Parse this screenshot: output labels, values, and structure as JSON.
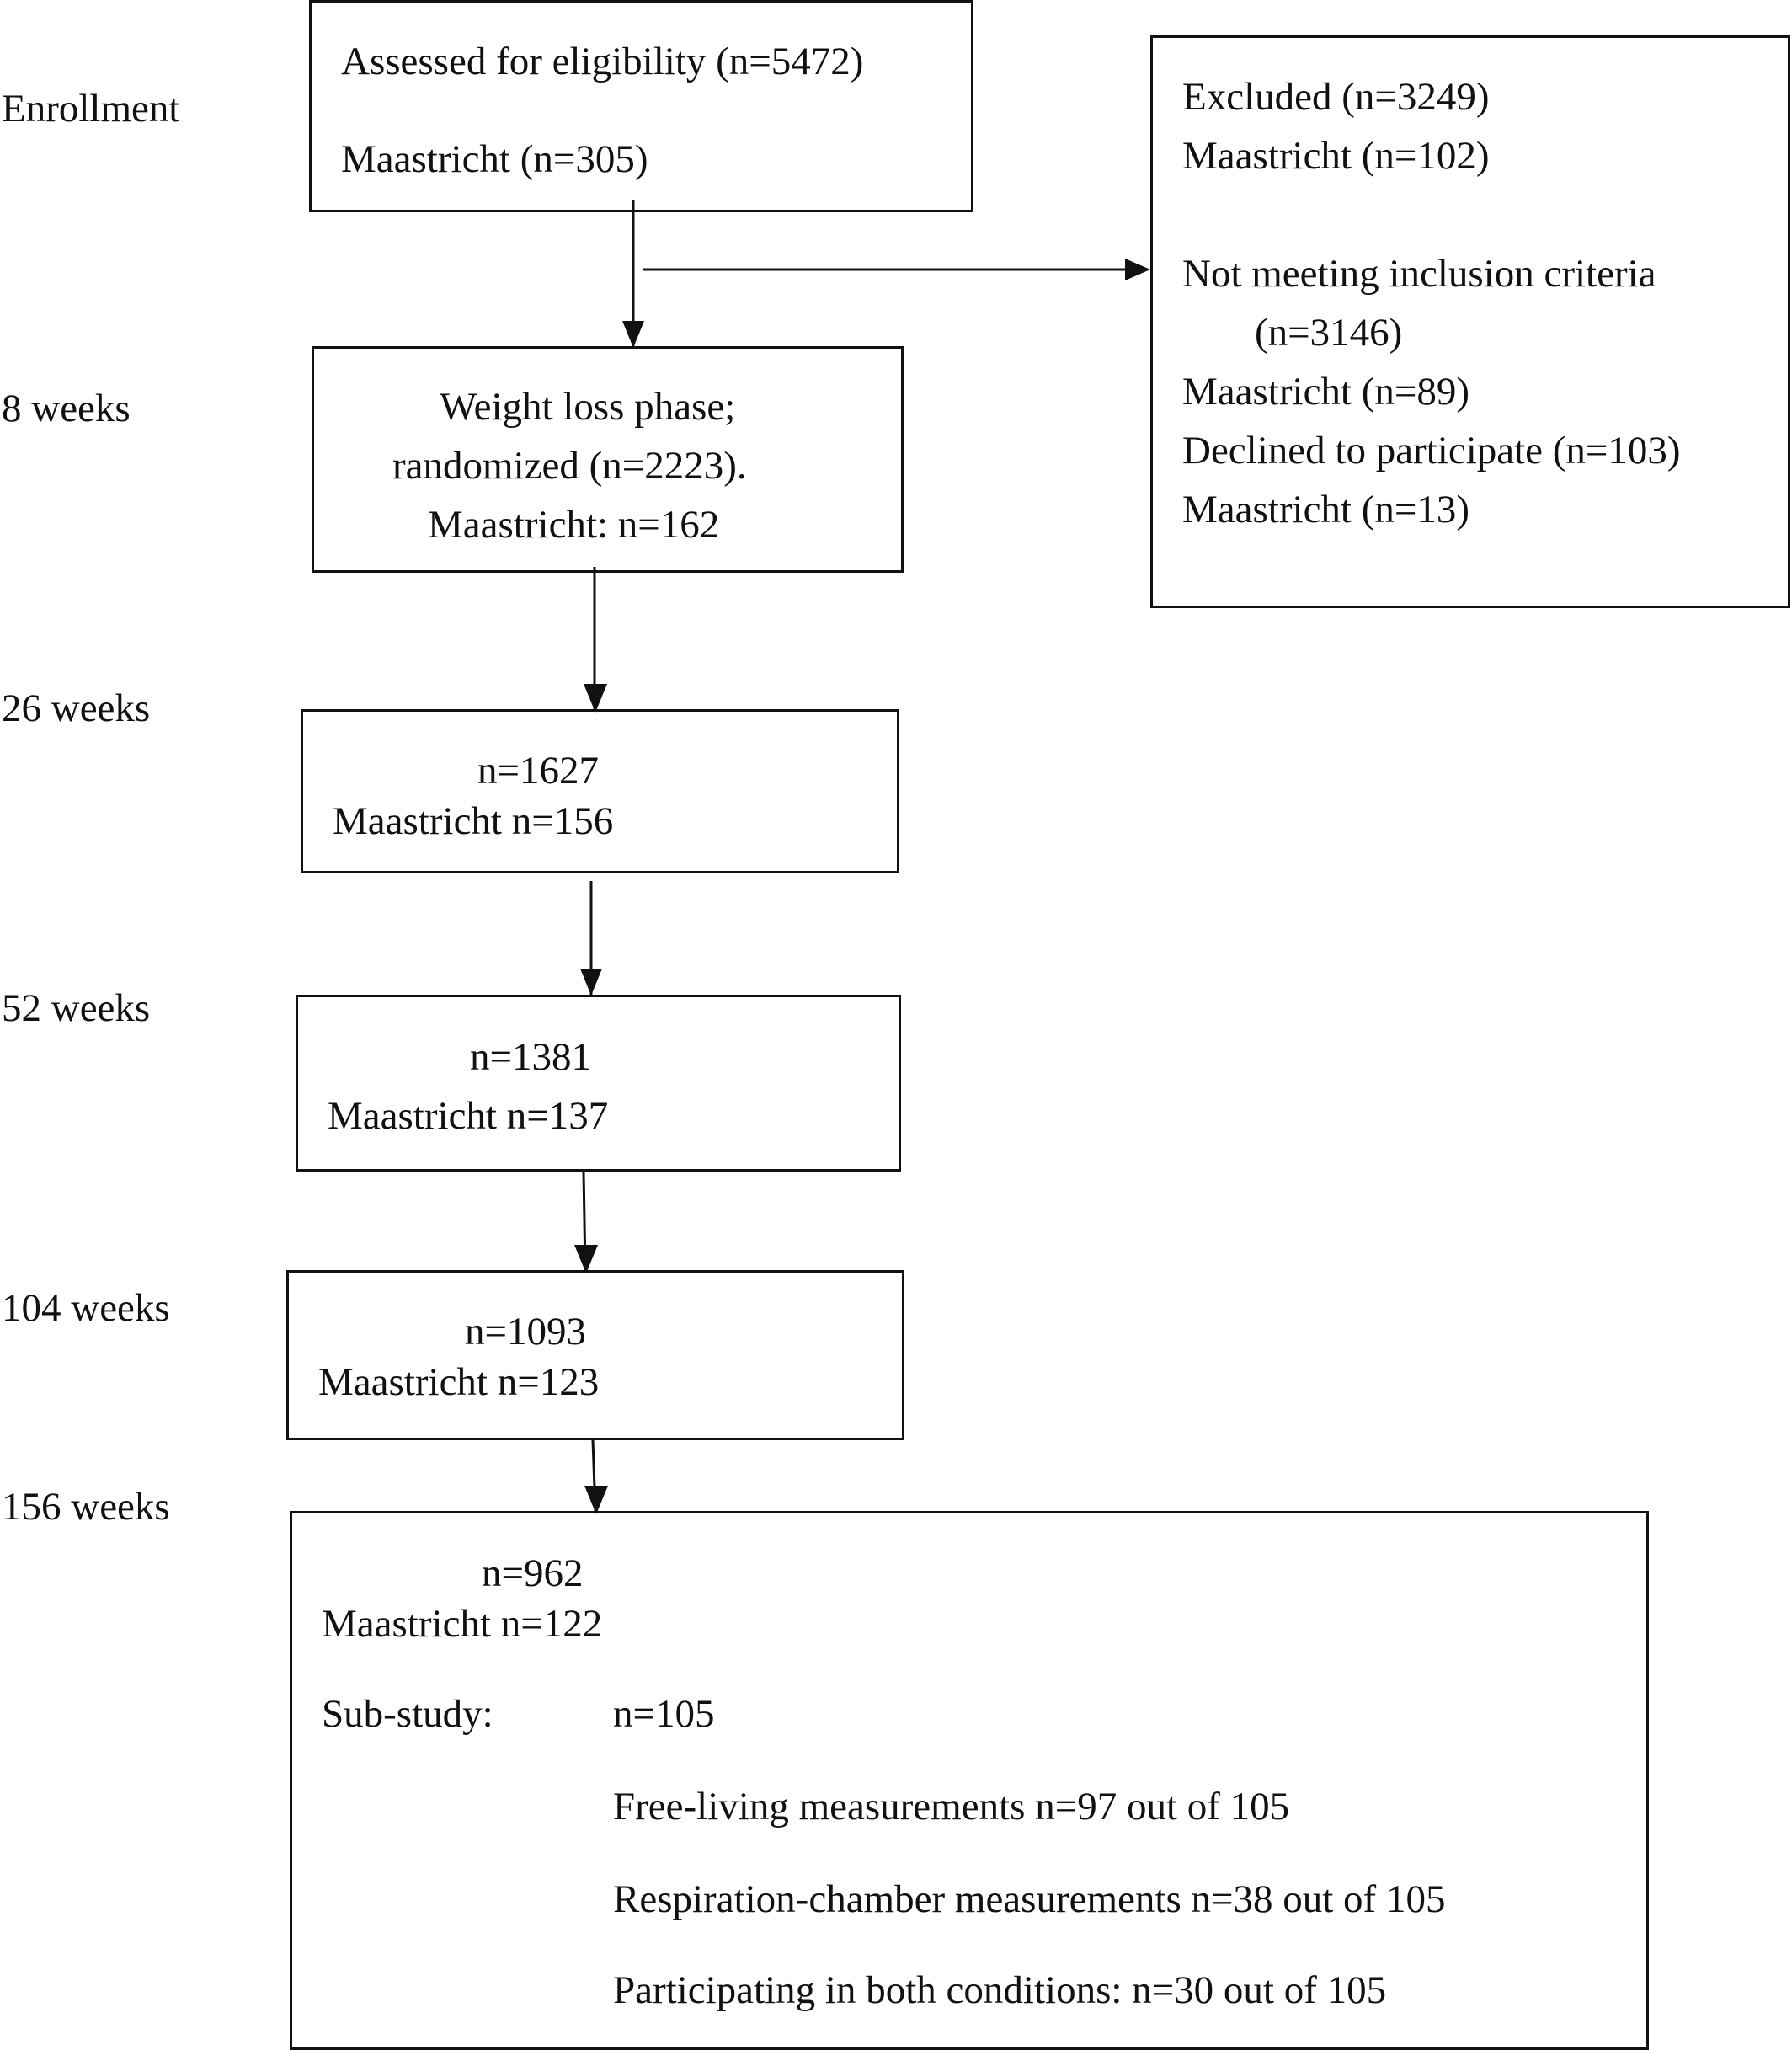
{
  "stages": {
    "enrollment": "Enrollment",
    "w8": "8 weeks",
    "w26": "26 weeks",
    "w52": "52 weeks",
    "w104": "104 weeks",
    "w156": "156 weeks"
  },
  "assessed": {
    "line1": "Assessed for eligibility (n=5472)",
    "line2": "Maastricht (n=305)"
  },
  "excluded": {
    "line1": "Excluded (n=3249)",
    "line2": "Maastricht (n=102)",
    "line3": "Not meeting inclusion criteria",
    "line4": "(n=3146)",
    "line5": "Maastricht (n=89)",
    "line6": "Declined to participate (n=103)",
    "line7": "Maastricht (n=13)"
  },
  "weight_loss": {
    "line1": "Weight loss phase;",
    "line2": "randomized (n=2223).",
    "line3": "Maastricht: n=162"
  },
  "w26_box": {
    "line1": "n=1627",
    "line2": "Maastricht n=156"
  },
  "w52_box": {
    "line1": "n=1381",
    "line2": "Maastricht n=137"
  },
  "w104_box": {
    "line1": "n=1093",
    "line2": "Maastricht n=123"
  },
  "w156_box": {
    "line1": "n=962",
    "line2": "Maastricht n=122",
    "substudy_label": "Sub-study:",
    "substudy_n": "n=105",
    "free_living": "Free-living measurements n=97 out of 105",
    "respiration": "Respiration-chamber measurements n=38 out of 105",
    "both": "Participating in both conditions: n=30 out of 105"
  }
}
